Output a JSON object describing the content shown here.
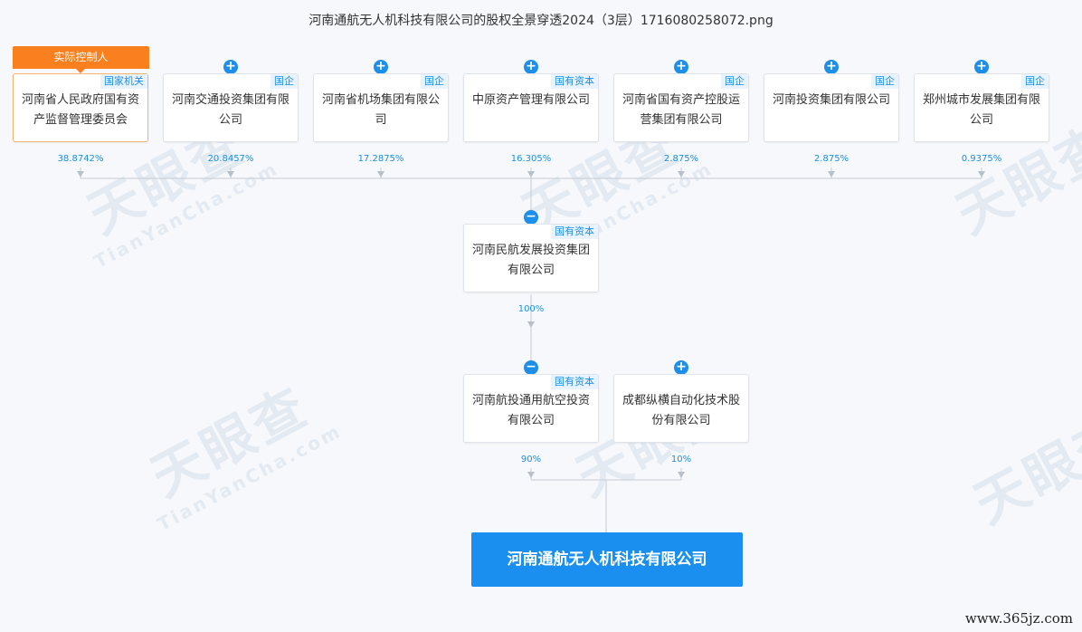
{
  "title": "河南通航无人机科技有限公司的股权全景穿透2024（3层）1716080258072.png",
  "watermark": {
    "brand": "天眼查",
    "domain": "TianYanCha.com"
  },
  "controller_label": "实际控制人",
  "top_shareholders": [
    {
      "name": "河南省人民政府国有资产监督管理委员会",
      "tag": "国家机关",
      "pct": "38.8742%",
      "expand": ""
    },
    {
      "name": "河南交通投资集团有限公司",
      "tag": "国企",
      "pct": "20.8457%",
      "expand": "+"
    },
    {
      "name": "河南省机场集团有限公司",
      "tag": "国企",
      "pct": "17.2875%",
      "expand": "+"
    },
    {
      "name": "中原资产管理有限公司",
      "tag": "国有资本",
      "pct": "16.305%",
      "expand": "+"
    },
    {
      "name": "河南省国有资产控股运营集团有限公司",
      "tag": "国企",
      "pct": "2.875%",
      "expand": "+"
    },
    {
      "name": "河南投资集团有限公司",
      "tag": "国企",
      "pct": "2.875%",
      "expand": "+"
    },
    {
      "name": "郑州城市发展集团有限公司",
      "tag": "国企",
      "pct": "0.9375%",
      "expand": "+"
    }
  ],
  "mid_node": {
    "name": "河南民航发展投资集团有限公司",
    "tag": "国有资本",
    "pct": "100%",
    "expand": "−"
  },
  "level3": [
    {
      "name": "河南航投通用航空投资有限公司",
      "tag": "国有资本",
      "pct": "90%",
      "expand": "−"
    },
    {
      "name": "成都纵横自动化技术股份有限公司",
      "tag": "",
      "pct": "10%",
      "expand": "+"
    }
  ],
  "target": {
    "name": "河南通航无人机科技有限公司"
  },
  "site": "www.365jz.com"
}
